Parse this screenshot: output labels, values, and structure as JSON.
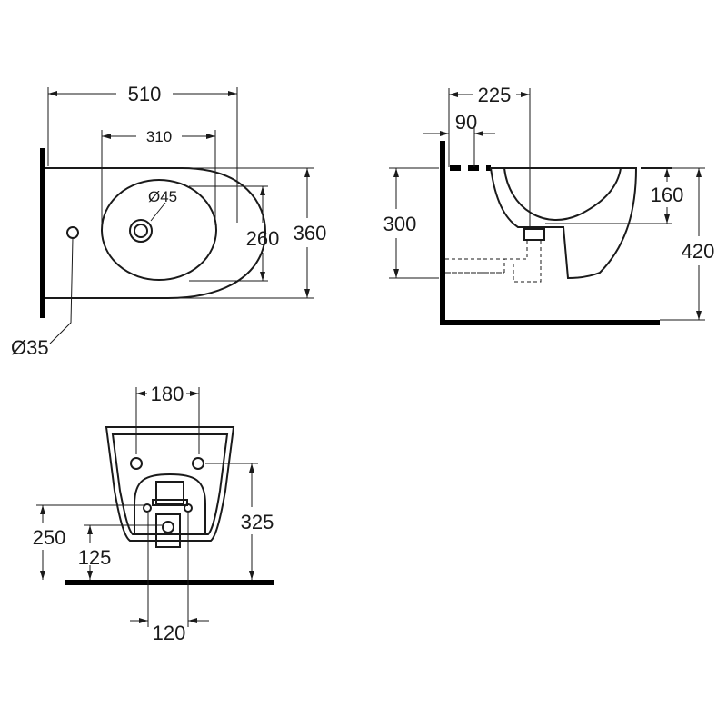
{
  "top_view": {
    "overall_width": "510",
    "bowl_width": "310",
    "tap_hole": "Ø45",
    "bowl_depth": "260",
    "overall_depth": "360",
    "side_hole": "Ø35"
  },
  "side_view": {
    "projection": "225",
    "offset": "90",
    "height_to_top": "300",
    "bowl_height": "160",
    "rim_height": "420"
  },
  "front_view": {
    "fixing_spacing": "180",
    "height_250": "250",
    "height_125": "125",
    "height_325": "325",
    "waste_width": "120"
  }
}
